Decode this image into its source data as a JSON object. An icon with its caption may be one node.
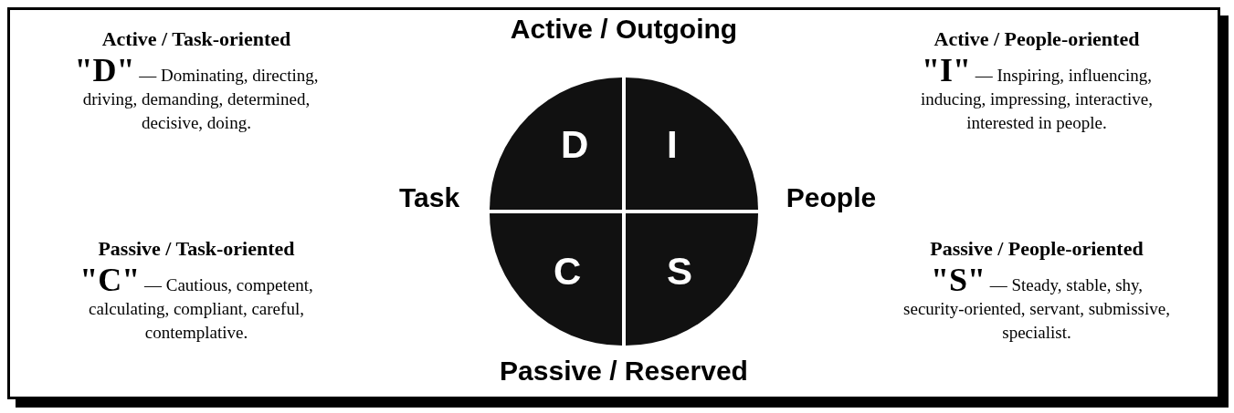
{
  "diagram": {
    "nodes": [
      {
        "text": [
          "D"
        ]
      },
      {
        "text": [
          "I"
        ]
      },
      {
        "text": [
          "C"
        ]
      },
      {
        "text": [
          "S"
        ]
      }
    ],
    "labels": [
      "Active / Task-oriented",
      "\"D\"",
      "— Dominating, directing, driving, demanding, determined, decisive, doing.",
      "Active / Outgoing",
      "Active / People-oriented",
      "\"I\"",
      "— Inspiring, influencing, inducing, impressing, interactive, interested in people.",
      "Task",
      "People",
      "Passive / Task-oriented",
      "\"C\"",
      "— Cautious, competent, calculating, compliant, careful, contemplative.",
      "Passive / People-oriented",
      "\"S\"",
      "— Steady, stable, shy, security-oriented, servant, submissive, specialist.",
      "Passive / Reserved"
    ]
  }
}
